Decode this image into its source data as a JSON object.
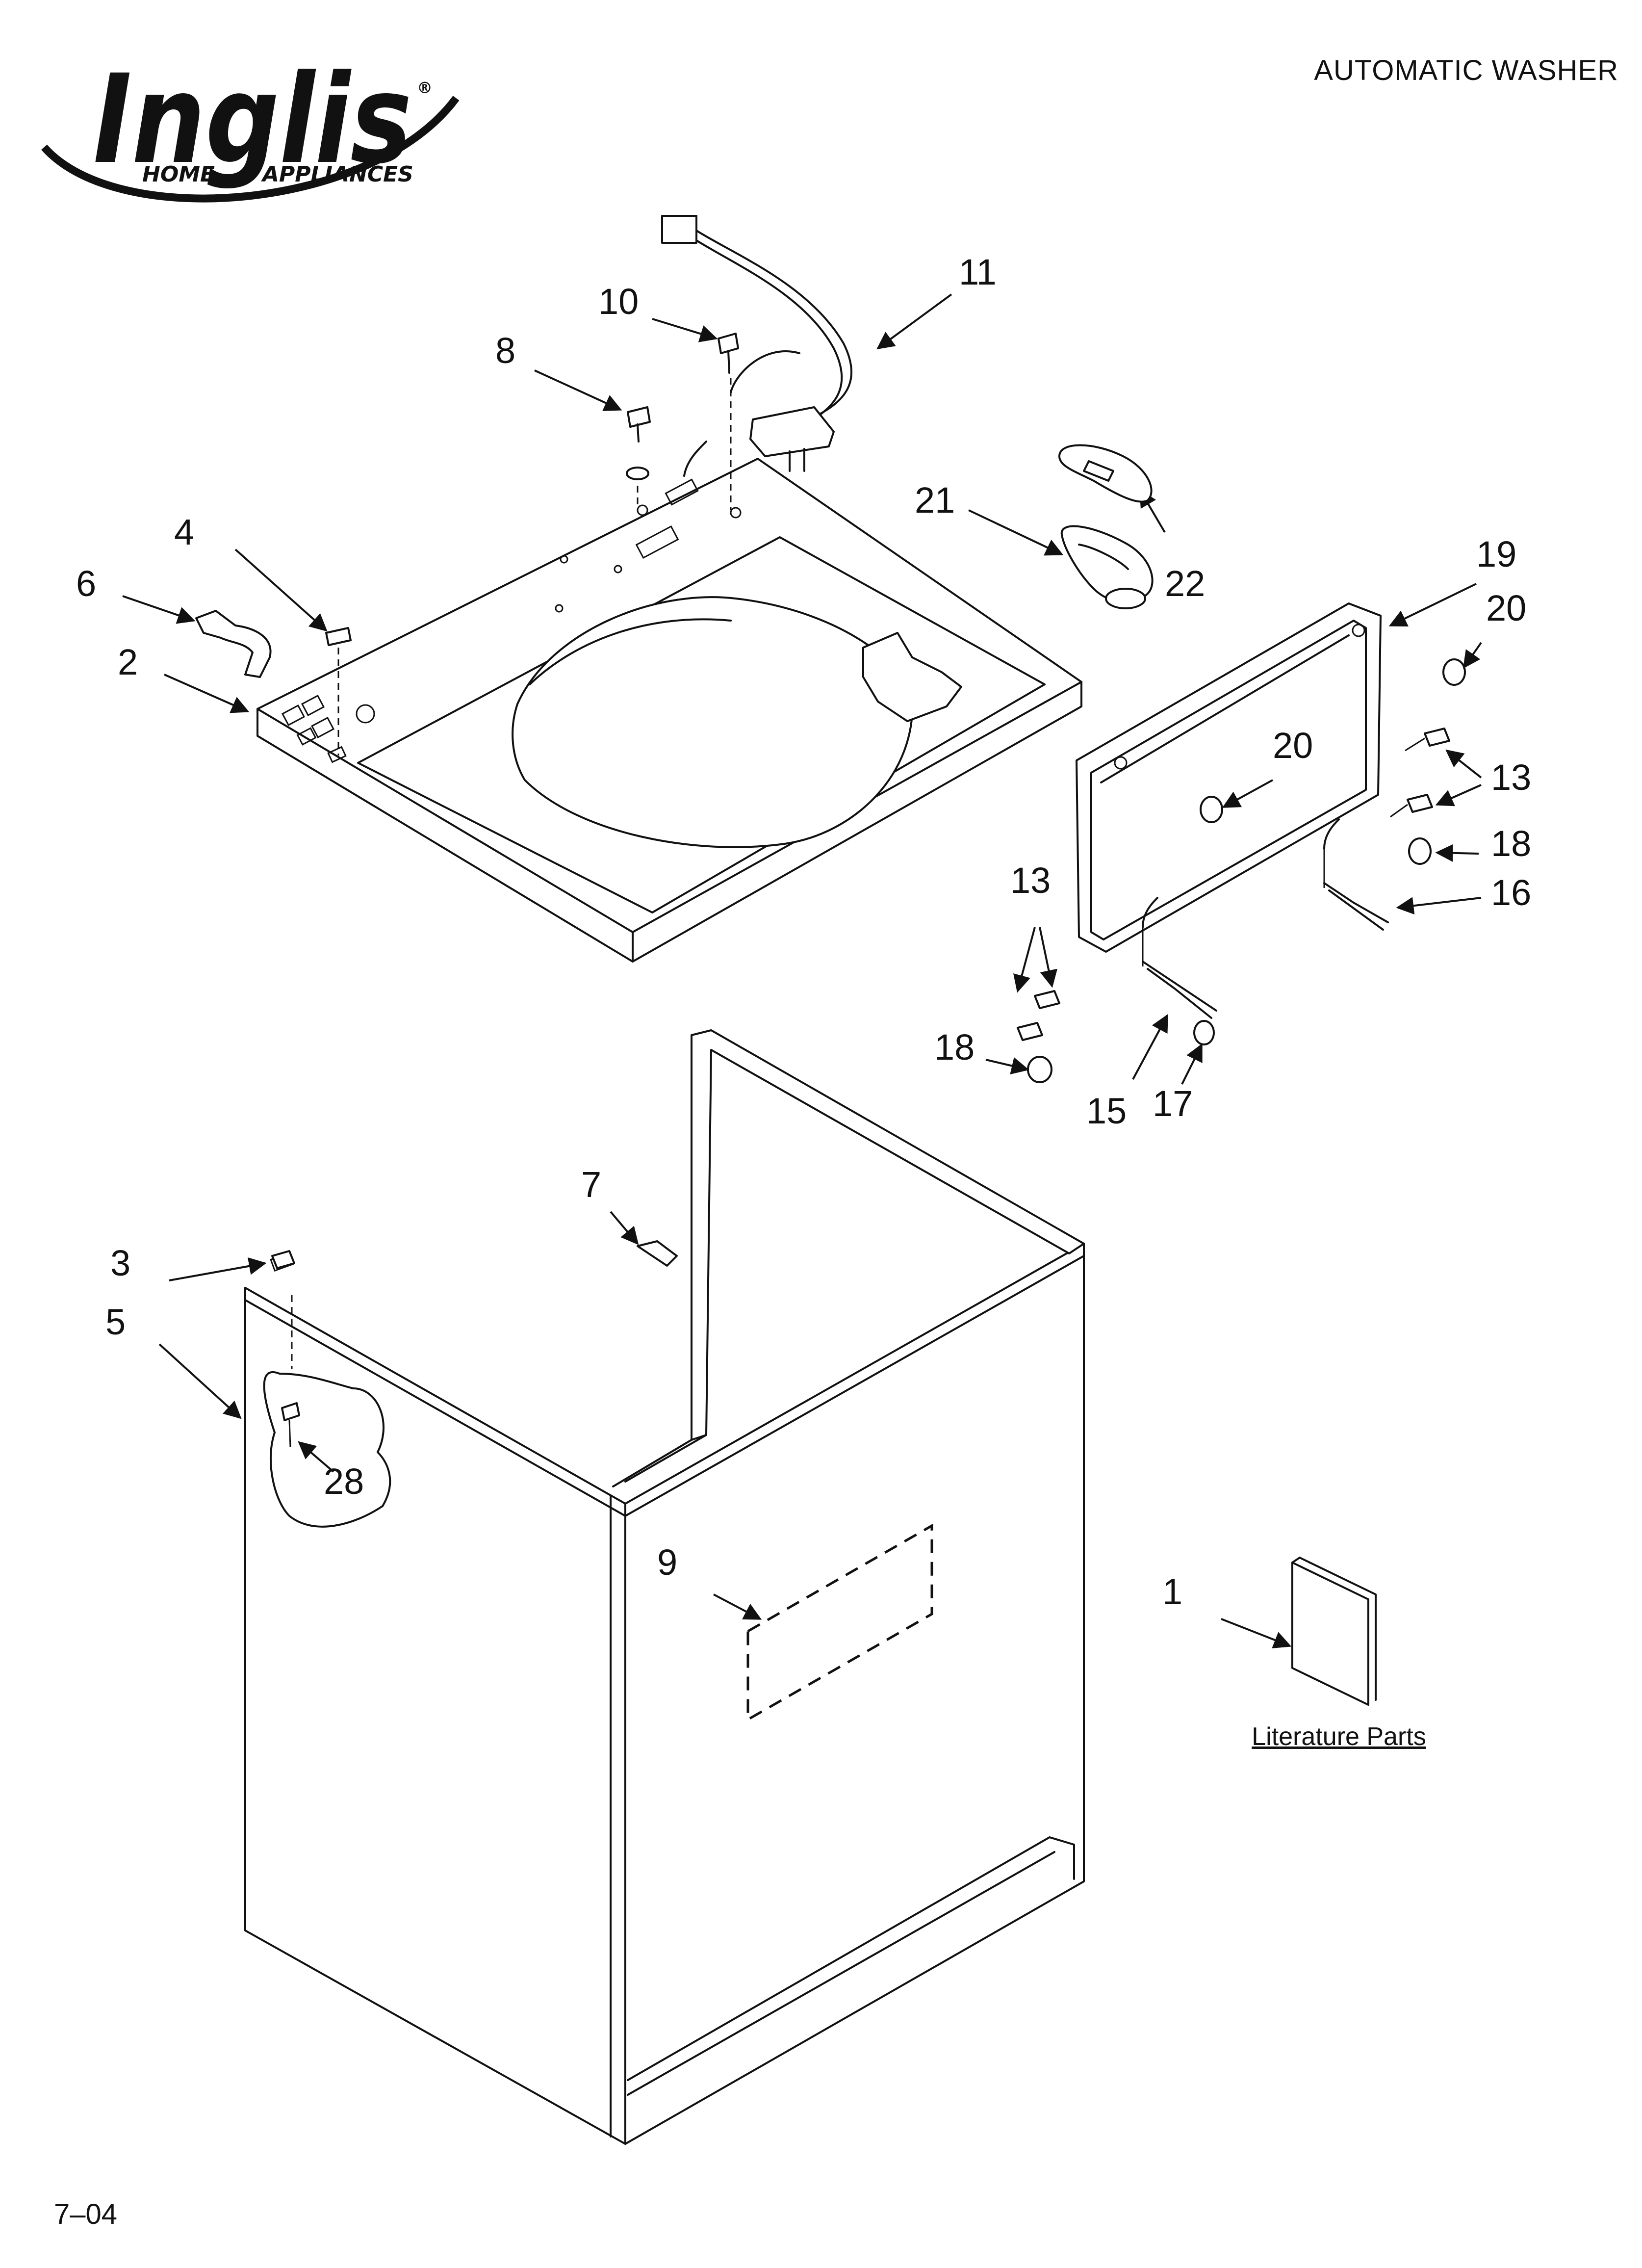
{
  "brand": {
    "logo_text": "Inglis",
    "registered_mark": "®",
    "tagline_left": "HOME",
    "tagline_right": "APPLIANCES"
  },
  "header": {
    "title": "AUTOMATIC WASHER"
  },
  "footer": {
    "code": "7–04"
  },
  "literature": {
    "label": "Literature Parts"
  },
  "callouts": {
    "c1": "1",
    "c2": "2",
    "c3": "3",
    "c4": "4",
    "c5": "5",
    "c6": "6",
    "c7": "7",
    "c8": "8",
    "c9": "9",
    "c10": "10",
    "c11": "11",
    "c13a": "13",
    "c13b": "13",
    "c15": "15",
    "c16": "16",
    "c17": "17",
    "c18a": "18",
    "c18b": "18",
    "c19": "19",
    "c20a": "20",
    "c20b": "20",
    "c21": "21",
    "c22": "22",
    "c28": "28"
  },
  "colors": {
    "ink": "#111111",
    "paper": "#ffffff"
  }
}
